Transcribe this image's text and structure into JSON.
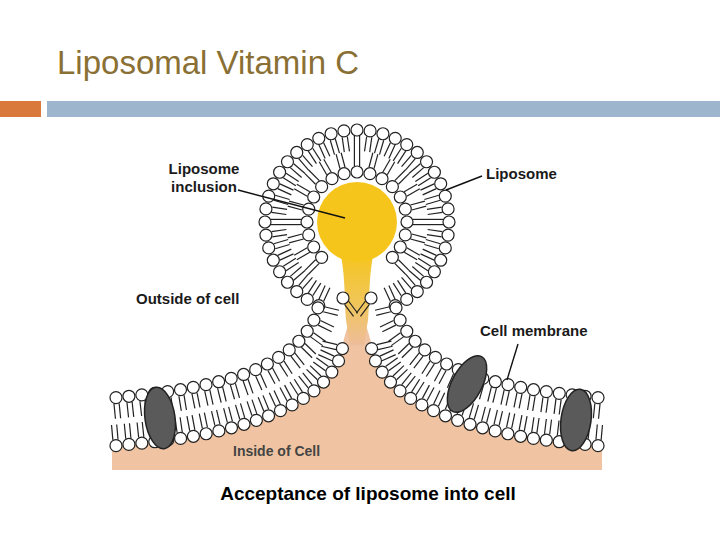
{
  "diagram": {
    "title": "Liposomal Vitamin C",
    "caption": "Acceptance of liposome into cell",
    "labels": [
      "Liposome inclusion",
      "Liposome",
      "Outside of cell",
      "Cell membrane",
      "Inside of Cell"
    ]
  }
}
